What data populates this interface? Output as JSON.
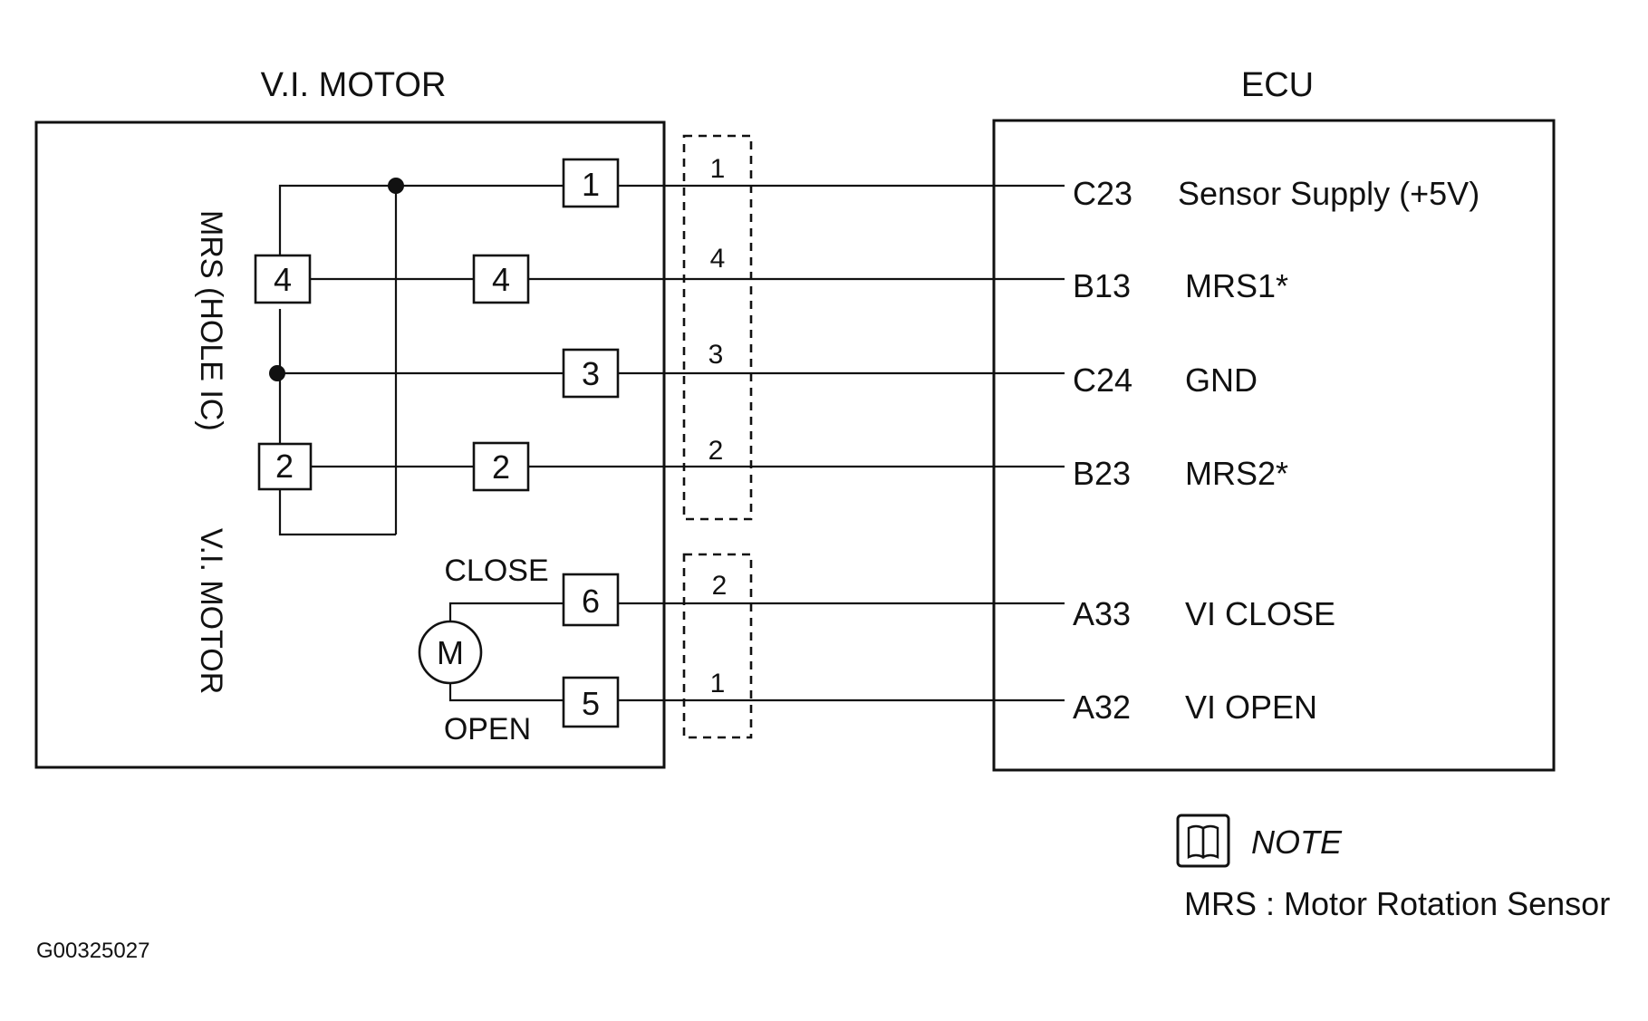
{
  "titles": {
    "motor": "V.I. MOTOR",
    "ecu": "ECU"
  },
  "motor_block": {
    "sensor_label": "MRS (HOLE IC)",
    "motor_label": "V.I. MOTOR",
    "motor_symbol": "M",
    "close_label": "CLOSE",
    "open_label": "OPEN",
    "ic_pins": [
      "4",
      "2"
    ],
    "harness_pins": [
      "1",
      "4",
      "3",
      "2",
      "6",
      "5"
    ]
  },
  "connectors": {
    "upper": [
      "1",
      "4",
      "3",
      "2"
    ],
    "lower": [
      "2",
      "1"
    ]
  },
  "ecu": {
    "terminals": [
      {
        "pin": "C23",
        "signal": "Sensor Supply (+5V)"
      },
      {
        "pin": "B13",
        "signal": "MRS1*"
      },
      {
        "pin": "C24",
        "signal": "GND"
      },
      {
        "pin": "B23",
        "signal": "MRS2*"
      },
      {
        "pin": "A33",
        "signal": "VI CLOSE"
      },
      {
        "pin": "A32",
        "signal": "VI OPEN"
      }
    ]
  },
  "note": {
    "icon": "book-icon",
    "title": "NOTE",
    "text": "MRS : Motor Rotation Sensor"
  },
  "figure_id": "G00325027"
}
